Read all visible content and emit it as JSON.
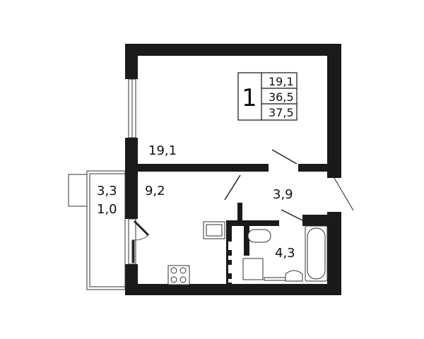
{
  "plan": {
    "apartment_rooms": "1",
    "summary": {
      "living_area": "19,1",
      "total_area": "36,5",
      "total_area_with_balcony": "37,5"
    },
    "rooms": {
      "room": "19,1",
      "kitchen": "9,2",
      "hall": "3,9",
      "bathroom": "4,3",
      "balcony_area": "3,3",
      "balcony_reduced": "1,0"
    },
    "colors": {
      "wall": "#1a1a1a",
      "line": "#222222"
    }
  }
}
